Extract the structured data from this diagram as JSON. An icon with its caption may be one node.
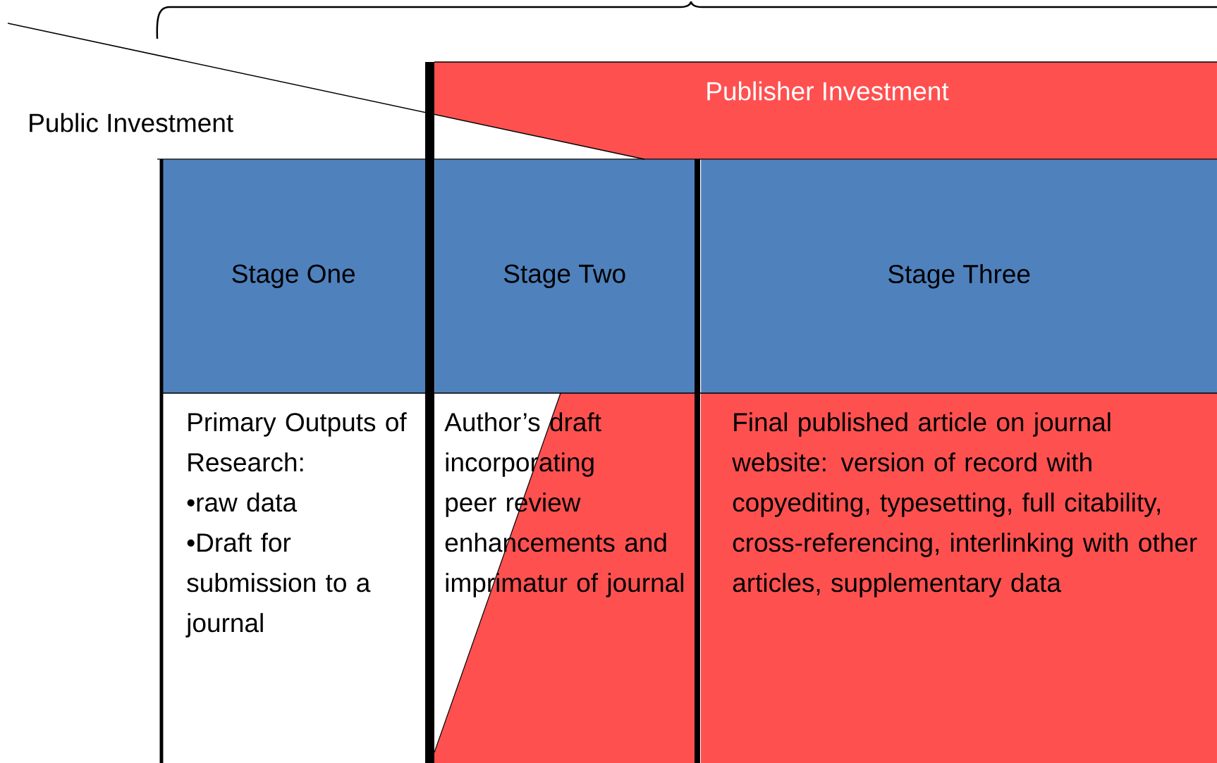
{
  "diagram": {
    "nodes": [
      {
        "text": [
          "Public Investment"
        ]
      },
      {
        "text": [
          "Publisher Investment"
        ]
      },
      {
        "text": [
          "Stage One"
        ]
      },
      {
        "text": [
          "Stage Two"
        ]
      },
      {
        "text": [
          "Stage Three"
        ]
      },
      {
        "text": [
          "Primary Outputs of Research:",
          "•raw data",
          "•Draft for submission to a journal"
        ]
      },
      {
        "text": [
          "Author’s draft incorporating peer review enhancements and imprimatur of journal"
        ]
      },
      {
        "text": [
          "Final published article on journal website: version of record with copyediting, typesetting, full citability, cross-referencing, interlinking with other articles, supplementary data"
        ]
      }
    ],
    "edges": []
  }
}
